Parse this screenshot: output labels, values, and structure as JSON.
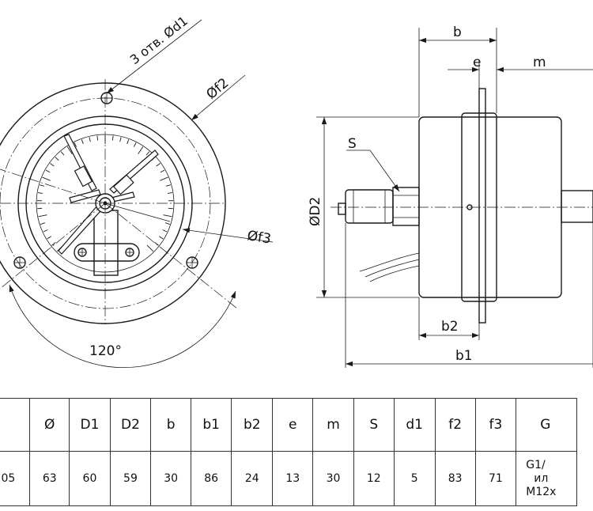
{
  "labels": {
    "holes": "3 отв. Ød1",
    "f2": "Øf2",
    "f3": "Øf3",
    "angle": "120°",
    "b": "b",
    "e": "e",
    "m": "m",
    "S": "S",
    "D2": "ØD2",
    "b2": "b2",
    "b1": "b1"
  },
  "table": {
    "headers": [
      "",
      "Ø",
      "D1",
      "D2",
      "b",
      "b1",
      "b2",
      "e",
      "m",
      "S",
      "d1",
      "f2",
      "f3",
      "G"
    ],
    "row": [
      "05",
      "63",
      "60",
      "59",
      "30",
      "86",
      "24",
      "13",
      "30",
      "12",
      "5",
      "83",
      "71",
      [
        "G1/",
        "ил",
        "M12х"
      ]
    ]
  }
}
